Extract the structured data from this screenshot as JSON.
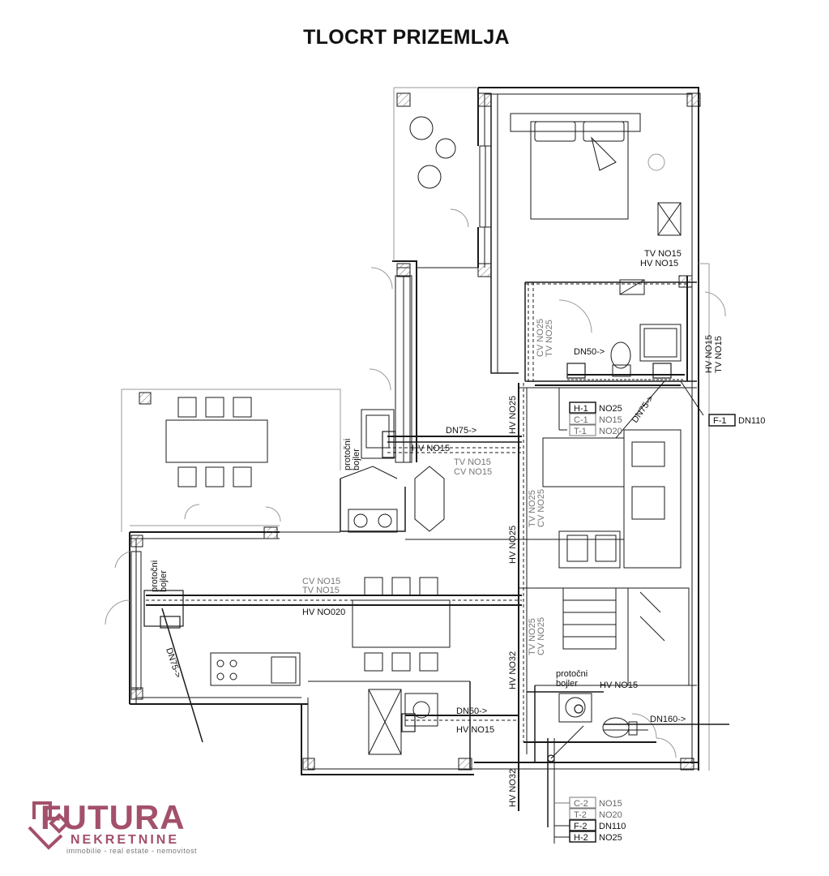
{
  "title": "TLOCRT PRIZEMLJA",
  "colors": {
    "line": "#1a1a1a",
    "light_line": "#9a9a9a",
    "logo": "#a3506a",
    "logo_gray": "#777777"
  },
  "upper_bathroom": {
    "pipe_labels": [
      "TV NO15",
      "HV NO15",
      "DN50->",
      "HV NO15",
      "TV NO15"
    ],
    "tags": [
      {
        "code": "H-1",
        "value": "NO25"
      },
      {
        "code": "C-1",
        "value": "NO15"
      },
      {
        "code": "T-1",
        "value": "NO20"
      }
    ],
    "f1": {
      "code": "F-1",
      "value": "DN110"
    },
    "dn75": "DN75->"
  },
  "vertical_pipes": {
    "cv_no25": "CV NO25",
    "tv_no25": "TV NO25",
    "hv_no25_upper": "HV NO25",
    "hv_no25_mid": "HV NO25",
    "tv_cv_no25": [
      "TV NO25",
      "CV NO25"
    ],
    "hv_no32_mid": "HV NO32",
    "hv_no32_bottom": "HV NO32",
    "tv_cv_lower": [
      "TV NO25",
      "CV NO25"
    ]
  },
  "kitchen_line": {
    "dn75": "DN75->",
    "hv": "HV NO15",
    "tv": "TV NO15",
    "cv": "CV NO15",
    "heater": [
      "protočni",
      "bojler"
    ]
  },
  "living_line": {
    "cv": "CV NO15",
    "tv": "TV NO15",
    "hv": "HV NO020",
    "heater": [
      "protočni",
      "bojler"
    ],
    "dn75": "DN75->"
  },
  "lower_bathroom": {
    "dn50": "DN50->",
    "hv": "HV NO15",
    "heater": [
      "protočni",
      "bojler"
    ],
    "hv_heater": "HV NO15",
    "dn160": "DN160->",
    "tags": [
      {
        "code": "C-2",
        "value": "NO15"
      },
      {
        "code": "T-2",
        "value": "NO20"
      },
      {
        "code": "F-2",
        "value": "DN110"
      },
      {
        "code": "H-2",
        "value": "NO25"
      }
    ]
  },
  "logo": {
    "brand": "FUTURA",
    "sub": "NEKRETNINE",
    "tagline": "immobilie - real estate - nemovitost"
  }
}
